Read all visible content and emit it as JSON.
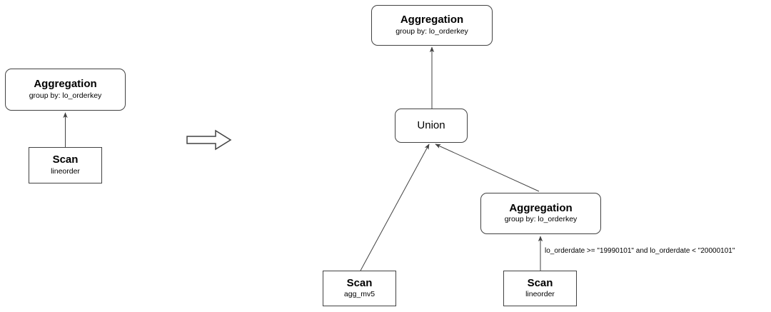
{
  "colors": {
    "node_border": "#424242",
    "node_fill": "#ffffff",
    "edge": "#424242",
    "text": "#000000",
    "background": "#ffffff"
  },
  "left_plan": {
    "aggregation": {
      "title": "Aggregation",
      "subtitle": "group by: lo_orderkey"
    },
    "scan": {
      "title": "Scan",
      "subtitle": "lineorder"
    }
  },
  "transform_arrow": {
    "icon": "hollow-right-arrow"
  },
  "right_plan": {
    "aggregation_top": {
      "title": "Aggregation",
      "subtitle": "group by: lo_orderkey"
    },
    "union": {
      "title": "Union"
    },
    "aggregation_filtered": {
      "title": "Aggregation",
      "subtitle": "group by: lo_orderkey"
    },
    "scan_mv": {
      "title": "Scan",
      "subtitle": "agg_mv5"
    },
    "scan_lineorder": {
      "title": "Scan",
      "subtitle": "lineorder"
    },
    "filter_label": "lo_orderdate >= \"19990101\" and lo_orderdate < \"20000101\""
  }
}
